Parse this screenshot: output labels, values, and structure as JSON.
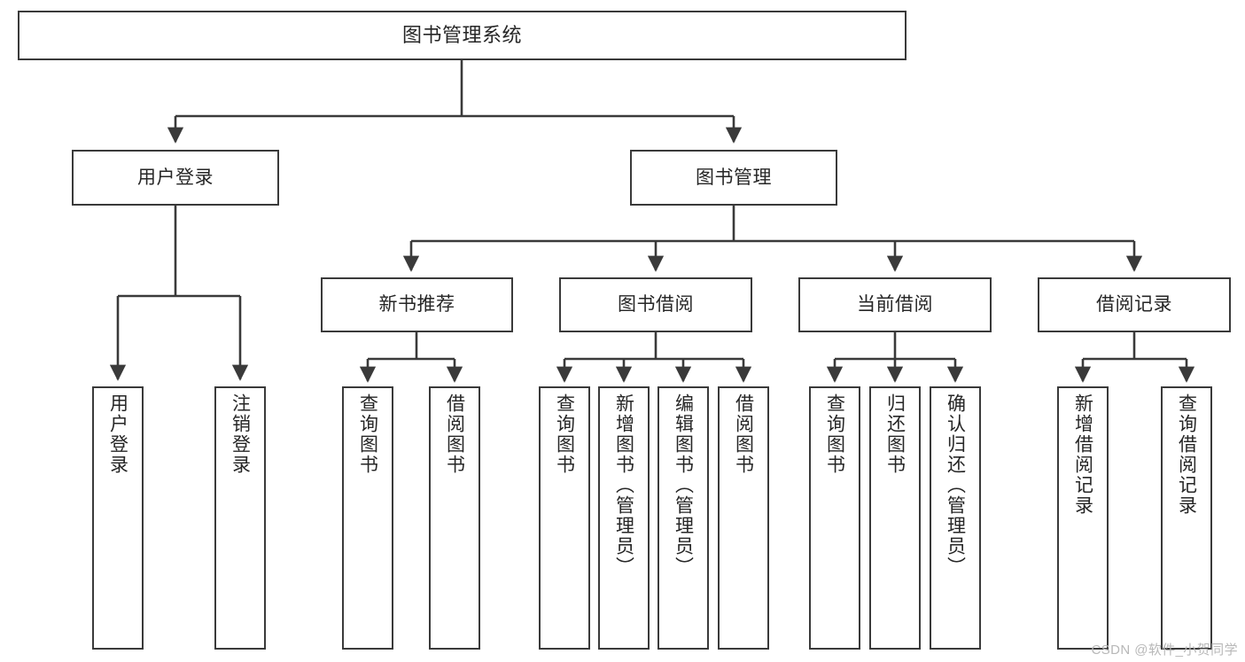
{
  "diagram": {
    "title": "图书管理系统",
    "type": "tree",
    "colors": {
      "box_border": "#3a3a3a",
      "box_fill": "#ffffff",
      "edge": "#3a3a3a",
      "text": "#262626",
      "watermark": "#b8b8b8",
      "background": "#ffffff"
    },
    "nodes": {
      "root": {
        "label": "图书管理系统"
      },
      "level2": [
        {
          "id": "user-login",
          "label": "用户登录"
        },
        {
          "id": "book-manage",
          "label": "图书管理"
        }
      ],
      "level3": [
        {
          "id": "new-book-recommend",
          "label": "新书推荐"
        },
        {
          "id": "book-borrow",
          "label": "图书借阅"
        },
        {
          "id": "current-borrow",
          "label": "当前借阅"
        },
        {
          "id": "borrow-record",
          "label": "借阅记录"
        }
      ],
      "leaves": {
        "user-login": [
          {
            "id": "leaf-user-login",
            "label": "用户登录"
          },
          {
            "id": "leaf-user-logout",
            "label": "注销登录"
          }
        ],
        "new-book-recommend": [
          {
            "id": "leaf-query-book-1",
            "label": "查询图书"
          },
          {
            "id": "leaf-borrow-book-1",
            "label": "借阅图书"
          }
        ],
        "book-borrow": [
          {
            "id": "leaf-query-book-2",
            "label": "查询图书"
          },
          {
            "id": "leaf-add-book",
            "label": "新增图书（管理员）"
          },
          {
            "id": "leaf-edit-book",
            "label": "编辑图书（管理员）"
          },
          {
            "id": "leaf-borrow-book-2",
            "label": "借阅图书"
          }
        ],
        "current-borrow": [
          {
            "id": "leaf-query-book-3",
            "label": "查询图书"
          },
          {
            "id": "leaf-return-book",
            "label": "归还图书"
          },
          {
            "id": "leaf-confirm-return",
            "label": "确认归还（管理员）"
          }
        ],
        "borrow-record": [
          {
            "id": "leaf-add-record",
            "label": "新增借阅记录"
          },
          {
            "id": "leaf-query-record",
            "label": "查询借阅记录"
          }
        ]
      }
    },
    "watermark": "CSDN @软件_小贺同学"
  }
}
